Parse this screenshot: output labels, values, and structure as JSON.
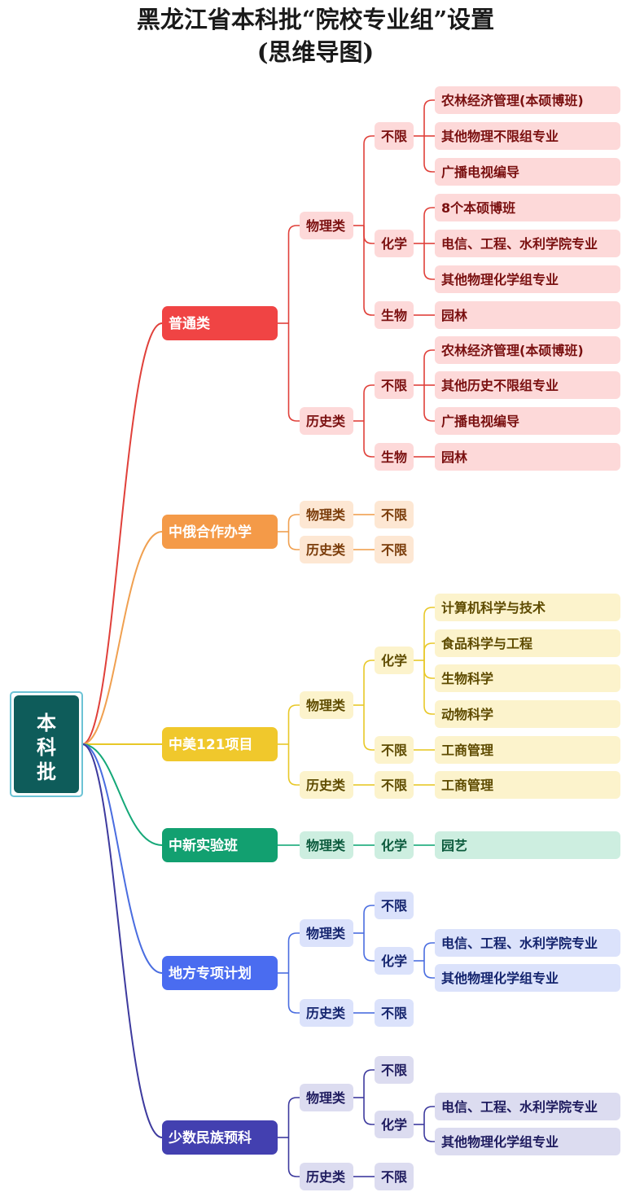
{
  "title": {
    "line1": "黑龙江省本科批“院校专业组”设置",
    "line2": "(思维导图)"
  },
  "colors": {
    "root_fill": "#0e5c5a",
    "root_border": "#6cc3d5",
    "red_line": "#e0403a",
    "red_l1": "#f04444",
    "red_fill": "#fdd9d9",
    "red_text": "#7a1010",
    "orange_line": "#f0a050",
    "orange_l1": "#f49a48",
    "orange_fill": "#fde7d3",
    "orange_text": "#7a3c0a",
    "yellow_line": "#e8c828",
    "yellow_l1": "#f0c82c",
    "yellow_fill": "#fcf3cc",
    "yellow_text": "#5e4b00",
    "green_line": "#15a878",
    "green_l1": "#12a070",
    "green_fill": "#cdeee0",
    "green_text": "#0b5a3c",
    "blue_line": "#4a6de0",
    "blue_l1": "#4a6cf0",
    "blue_fill": "#dbe2fb",
    "blue_text": "#14246e",
    "indigo_line": "#3d3a9e",
    "indigo_l1": "#4340b0",
    "indigo_fill": "#dcdcf0",
    "indigo_text": "#1e1b5e"
  },
  "root": {
    "label": "本科批",
    "chars": [
      "本",
      "科",
      "批"
    ]
  },
  "branches": [
    {
      "label": "普通类",
      "theme": "red",
      "children": [
        {
          "label": "物理类",
          "children": [
            {
              "label": "不限",
              "children": [
                {
                  "label": "农林经济管理(本硕博班)"
                },
                {
                  "label": "其他物理不限组专业"
                },
                {
                  "label": "广播电视编导"
                }
              ]
            },
            {
              "label": "化学",
              "children": [
                {
                  "label": "8个本硕博班"
                },
                {
                  "label": "电信、工程、水利学院专业"
                },
                {
                  "label": "其他物理化学组专业"
                }
              ]
            },
            {
              "label": "生物",
              "children": [
                {
                  "label": "园林"
                }
              ]
            }
          ]
        },
        {
          "label": "历史类",
          "children": [
            {
              "label": "不限",
              "children": [
                {
                  "label": "农林经济管理(本硕博班)"
                },
                {
                  "label": "其他历史不限组专业"
                },
                {
                  "label": "广播电视编导"
                }
              ]
            },
            {
              "label": "生物",
              "children": [
                {
                  "label": "园林"
                }
              ]
            }
          ]
        }
      ]
    },
    {
      "label": "中俄合作办学",
      "theme": "orange",
      "children": [
        {
          "label": "物理类",
          "children": [
            {
              "label": "不限"
            }
          ]
        },
        {
          "label": "历史类",
          "children": [
            {
              "label": "不限"
            }
          ]
        }
      ]
    },
    {
      "label": "中美121项目",
      "theme": "yellow",
      "children": [
        {
          "label": "物理类",
          "children": [
            {
              "label": "化学",
              "children": [
                {
                  "label": "计算机科学与技术"
                },
                {
                  "label": "食品科学与工程"
                },
                {
                  "label": "生物科学"
                },
                {
                  "label": "动物科学"
                }
              ]
            },
            {
              "label": "不限",
              "children": [
                {
                  "label": "工商管理"
                }
              ]
            }
          ]
        },
        {
          "label": "历史类",
          "children": [
            {
              "label": "不限",
              "children": [
                {
                  "label": "工商管理"
                }
              ]
            }
          ]
        }
      ]
    },
    {
      "label": "中新实验班",
      "theme": "green",
      "children": [
        {
          "label": "物理类",
          "children": [
            {
              "label": "化学",
              "children": [
                {
                  "label": "园艺"
                }
              ]
            }
          ]
        }
      ]
    },
    {
      "label": "地方专项计划",
      "theme": "blue",
      "children": [
        {
          "label": "物理类",
          "children": [
            {
              "label": "不限"
            },
            {
              "label": "化学",
              "children": [
                {
                  "label": "电信、工程、水利学院专业"
                },
                {
                  "label": "其他物理化学组专业"
                }
              ]
            }
          ]
        },
        {
          "label": "历史类",
          "children": [
            {
              "label": "不限"
            }
          ]
        }
      ]
    },
    {
      "label": "少数民族预科",
      "theme": "indigo",
      "children": [
        {
          "label": "物理类",
          "children": [
            {
              "label": "不限"
            },
            {
              "label": "化学",
              "children": [
                {
                  "label": "电信、工程、水利学院专业"
                },
                {
                  "label": "其他物理化学组专业"
                }
              ]
            }
          ]
        },
        {
          "label": "历史类",
          "children": [
            {
              "label": "不限"
            }
          ]
        }
      ]
    }
  ]
}
